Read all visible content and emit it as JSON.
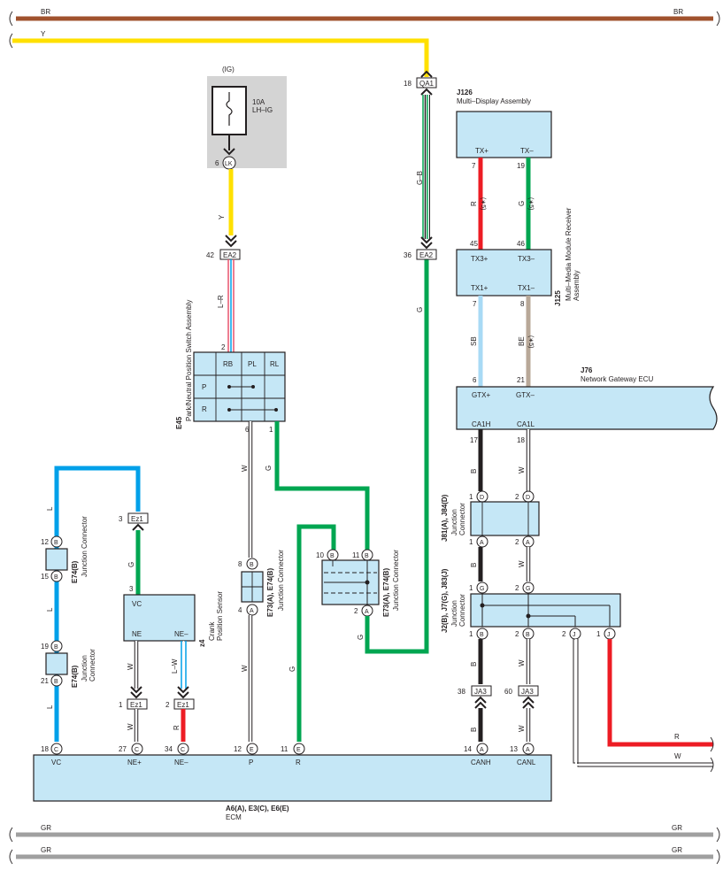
{
  "colors": {
    "BR": "#a0522d",
    "Y": "#ffe000",
    "G": "#00a651",
    "L": "#00a0e9",
    "R": "#ed1c24",
    "W": "#ffffff",
    "B": "#231f20",
    "SB": "#a8daf5",
    "BE": "#b8a898",
    "LR": "#e8546e",
    "LW": "#00a0e9",
    "GR": "#a0a0a0",
    "box_fill": "#c5e7f6",
    "shade": "#d4d4d4"
  },
  "bus": {
    "br": "BR",
    "y": "Y",
    "gr_top": "GR",
    "gr_bottom": "GR"
  },
  "fuse": {
    "ig": "(IG)",
    "rating": "10A",
    "name": "LH–IG",
    "pin": "6",
    "conn": "LK"
  },
  "ea2_left": {
    "pin": "42",
    "label": "EA2"
  },
  "ea2_right": {
    "pin": "36",
    "label": "EA2"
  },
  "qa1": {
    "pin": "18",
    "label": "QA1"
  },
  "wires": {
    "y_ig": "Y",
    "lr": "L–R",
    "gb": "G–B",
    "g_right": "G",
    "l_left": "L",
    "g_vc": "G",
    "w_ne": "W",
    "lw_ne": "L–W",
    "w_ne2": "W",
    "r_ne": "R",
    "w_p": "W",
    "g_r": "G",
    "g_pl": "G",
    "g_e73": "G",
    "w_p2": "W",
    "r_tx": "R",
    "g_tx": "G",
    "r_note": "(∗5)",
    "g_note": "(∗5)",
    "sb": "SB",
    "be": "BE",
    "sb_note": "(∗5)",
    "be_note": "(∗5)",
    "b1": "B",
    "w1": "W",
    "b2": "B",
    "w2": "W",
    "b3": "B",
    "w3": "W",
    "b4": "B",
    "w4": "W",
    "r_out": "R",
    "w_out": "W"
  },
  "j126": {
    "id": "J126",
    "name": "Multi–Display Assembly",
    "txp": "TX+",
    "txm": "TX–",
    "p7": "7",
    "p19": "19"
  },
  "j125": {
    "id": "J125",
    "name1": "Multi–Media Module Receiver",
    "name2": "Assembly",
    "tx3p": "TX3+",
    "tx3m": "TX3–",
    "tx1p": "TX1+",
    "tx1m": "TX1–",
    "p45": "45",
    "p46": "46",
    "p7": "7",
    "p8": "8"
  },
  "j76": {
    "id": "J76",
    "name": "Network Gateway ECU",
    "gtxp": "GTX+",
    "gtxm": "GTX–",
    "ca1h": "CA1H",
    "ca1l": "CA1L",
    "p6": "6",
    "p21": "21",
    "p17": "17",
    "p18": "18"
  },
  "e45": {
    "id": "E45",
    "name": "Park/Neutral Position Switch Assembly",
    "rb": "RB",
    "pl": "PL",
    "rl": "RL",
    "p": "P",
    "r": "R",
    "p2": "2",
    "p6": "6",
    "p1": "1"
  },
  "z4": {
    "id": "z4",
    "name1": "Crank",
    "name2": "Position Sensor",
    "vc": "VC",
    "ne": "NE",
    "nem": "NE–",
    "p3": "3"
  },
  "ez1": {
    "label": "Ez1",
    "p3": "3",
    "p1": "1",
    "p2": "2"
  },
  "e74_a": {
    "id": "E74(B)",
    "name": "Junction Connector",
    "p12": "12",
    "p15": "15",
    "pin": "B"
  },
  "e74_b": {
    "id": "E74(B)",
    "name1": "Junction",
    "name2": "Connector",
    "p19": "19",
    "p21": "21",
    "pin": "B"
  },
  "e73_left": {
    "id": "E73(A), E74(B)",
    "name": "Junction Connector",
    "p8": "8",
    "p4": "4",
    "b": "B",
    "a": "A"
  },
  "e73_right": {
    "id": "E73(A), E74(B)",
    "name": "Junction Connector",
    "p10": "10",
    "p11": "11",
    "p2": "2",
    "b": "B",
    "a": "A"
  },
  "j81": {
    "id": "J81(A), J84(D)",
    "name1": "Junction",
    "name2": "Connector",
    "p1a": "1",
    "p2a": "2",
    "p1b": "1",
    "p2b": "2",
    "d": "D",
    "a": "A"
  },
  "j2": {
    "id": "J2(B), J7(G), J83(J)",
    "name1": "Junction",
    "name2": "Connector",
    "p1": "1",
    "p2": "2",
    "p1b": "1",
    "p2b": "2",
    "p2j": "2",
    "p1j": "1",
    "g": "G",
    "b": "B",
    "j": "J"
  },
  "ja3": {
    "label": "JA3",
    "p38": "38",
    "p60": "60"
  },
  "ecm": {
    "id": "A6(A), E3(C), E6(E)",
    "name": "ECM",
    "p18": "18",
    "vc": "VC",
    "p27": "27",
    "nep": "NE+",
    "p34": "34",
    "nem": "NE–",
    "p12": "12",
    "p": "P",
    "p11": "11",
    "r": "R",
    "p14": "14",
    "canh": "CANH",
    "p13": "13",
    "canl": "CANL",
    "c": "C",
    "e": "E",
    "a": "A"
  }
}
